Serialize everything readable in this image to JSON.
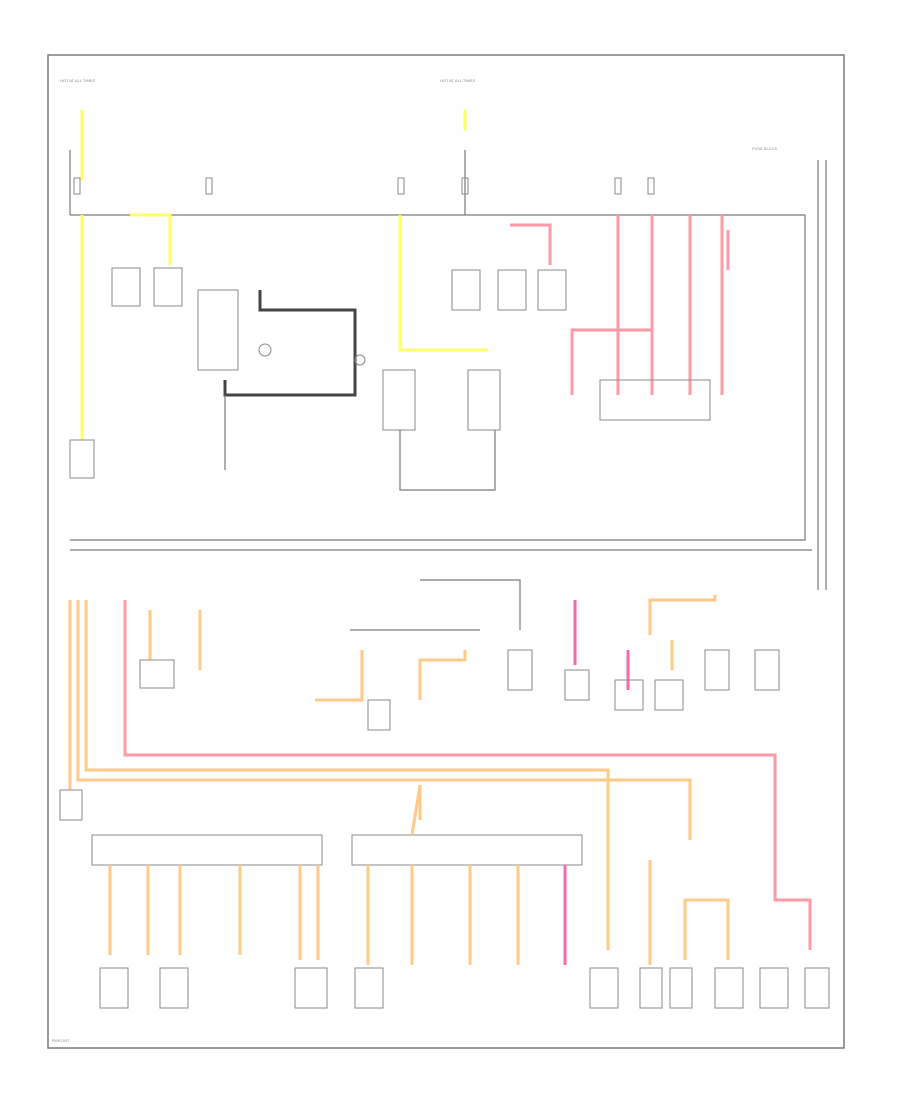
{
  "diagram": {
    "colors": {
      "frame": "#7a7a7a",
      "wire_yellow": "#ffff66",
      "wire_pink": "#ff9aa6",
      "wire_orange": "#ffc98a",
      "wire_magenta": "#ff66aa",
      "wire_dark": "#444444"
    },
    "labels": {
      "hot_at_all_times_left": "HOT AT ALL TIMES",
      "hot_at_all_times_center": "HOT AT ALL TIMES",
      "fuse_block_right": "FUSE BLOCK",
      "bottom_corner": "PWR DIST"
    }
  }
}
